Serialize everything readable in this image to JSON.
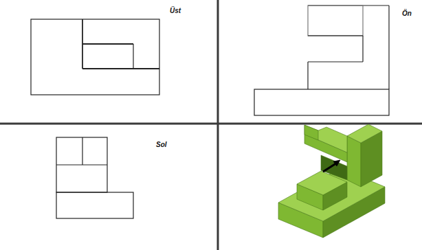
{
  "diagram": {
    "labels": [
      "Üst",
      "Ön",
      "Sol"
    ]
  }
}
